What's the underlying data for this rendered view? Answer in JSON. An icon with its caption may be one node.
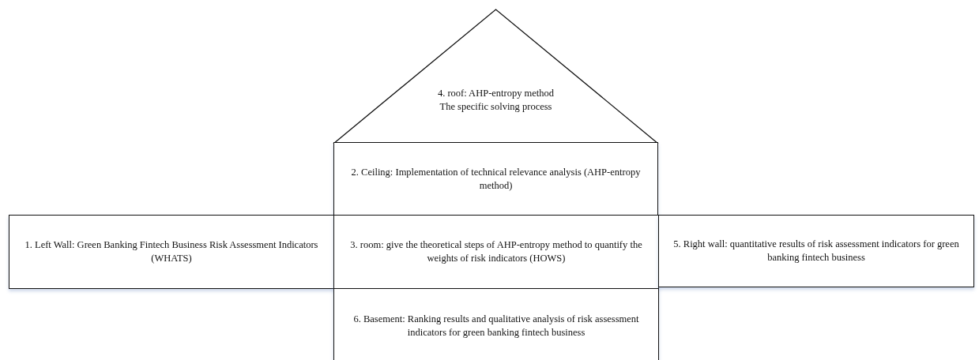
{
  "diagram": {
    "nodes": [
      {
        "text": [
          "4. roof: AHP-entropy method",
          "The specific solving process"
        ]
      },
      {
        "text": [
          "2. Ceiling: Implementation of technical relevance analysis (AHP-entropy method)"
        ]
      },
      {
        "text": [
          "1. Left Wall: Green Banking Fintech Business Risk Assessment Indicators (WHATS)"
        ]
      },
      {
        "text": [
          "3. room: give the theoretical steps of AHP-entropy method to quantify the weights of risk indicators (HOWS)"
        ]
      },
      {
        "text": [
          "5. Right wall: quantitative results of risk assessment indicators for green banking fintech business"
        ]
      },
      {
        "text": [
          "6. Basement: Ranking results and qualitative analysis of risk assessment indicators for green banking fintech business"
        ]
      }
    ]
  }
}
